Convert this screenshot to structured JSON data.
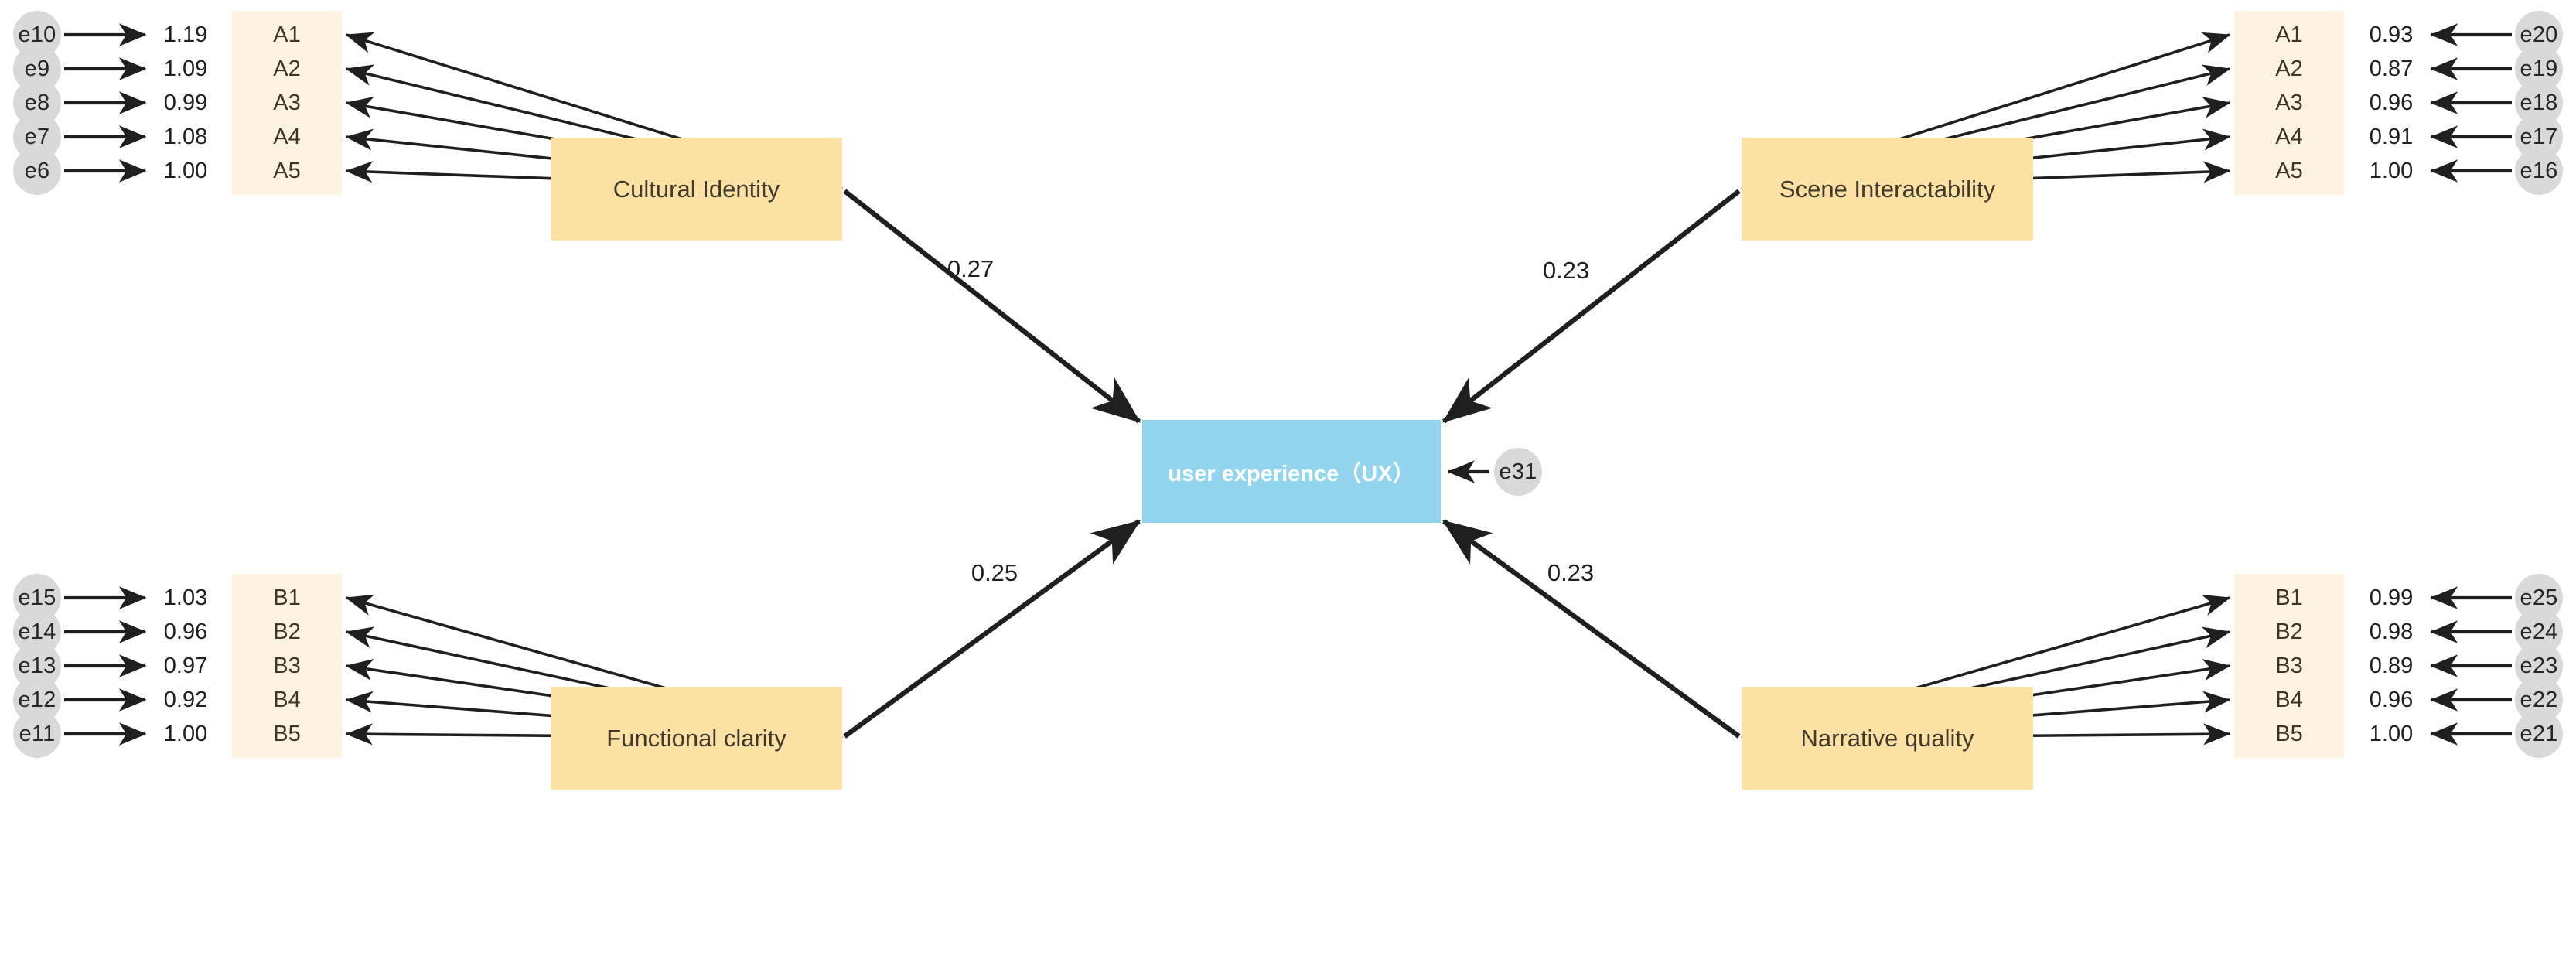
{
  "diagram": {
    "title": "Structural Equation Model Path Diagram",
    "colors": {
      "latent_fill": "#fbe2a4",
      "indicator_fill": "#fdf3de",
      "endogenous_fill": "#93d5ef",
      "error_fill": "#d9d9d9",
      "arrow": "#1f1f1f",
      "background": "#ffffff"
    }
  },
  "endogenous": {
    "label": "user experience（UX）",
    "error": "e31"
  },
  "constructs": [
    {
      "id": "cultural-identity",
      "label": "Cultural Identity",
      "side": "left",
      "position": "top",
      "path_coefficient": "0.27",
      "indicators": [
        {
          "name": "A1",
          "loading": "1.19",
          "error": "e10"
        },
        {
          "name": "A2",
          "loading": "1.09",
          "error": "e9"
        },
        {
          "name": "A3",
          "loading": "0.99",
          "error": "e8"
        },
        {
          "name": "A4",
          "loading": "1.08",
          "error": "e7"
        },
        {
          "name": "A5",
          "loading": "1.00",
          "error": "e6"
        }
      ]
    },
    {
      "id": "functional-clarity",
      "label": "Functional clarity",
      "side": "left",
      "position": "bottom",
      "path_coefficient": "0.25",
      "indicators": [
        {
          "name": "B1",
          "loading": "1.03",
          "error": "e15"
        },
        {
          "name": "B2",
          "loading": "0.96",
          "error": "e14"
        },
        {
          "name": "B3",
          "loading": "0.97",
          "error": "e13"
        },
        {
          "name": "B4",
          "loading": "0.92",
          "error": "e12"
        },
        {
          "name": "B5",
          "loading": "1.00",
          "error": "e11"
        }
      ]
    },
    {
      "id": "scene-interactability",
      "label": "Scene Interactability",
      "side": "right",
      "position": "top",
      "path_coefficient": "0.23",
      "indicators": [
        {
          "name": "A1",
          "loading": "0.93",
          "error": "e20"
        },
        {
          "name": "A2",
          "loading": "0.87",
          "error": "e19"
        },
        {
          "name": "A3",
          "loading": "0.96",
          "error": "e18"
        },
        {
          "name": "A4",
          "loading": "0.91",
          "error": "e17"
        },
        {
          "name": "A5",
          "loading": "1.00",
          "error": "e16"
        }
      ]
    },
    {
      "id": "narrative-quality",
      "label": "Narrative quality",
      "side": "right",
      "position": "bottom",
      "path_coefficient": "0.23",
      "indicators": [
        {
          "name": "B1",
          "loading": "0.99",
          "error": "e25"
        },
        {
          "name": "B2",
          "loading": "0.98",
          "error": "e24"
        },
        {
          "name": "B3",
          "loading": "0.89",
          "error": "e23"
        },
        {
          "name": "B4",
          "loading": "0.96",
          "error": "e22"
        },
        {
          "name": "B5",
          "loading": "1.00",
          "error": "e21"
        }
      ]
    }
  ],
  "chart_data": {
    "type": "diagram",
    "subtype": "sem-path-diagram",
    "title": "SEM path diagram of user experience (UX) determinants",
    "nodes": {
      "latent": [
        "Cultural Identity",
        "Functional clarity",
        "Scene Interactability",
        "Narrative quality"
      ],
      "endogenous": [
        "user experience（UX）"
      ],
      "disturbance": [
        "e31"
      ]
    },
    "structural_paths": [
      {
        "from": "Cultural Identity",
        "to": "user experience（UX）",
        "estimate": 0.27
      },
      {
        "from": "Functional clarity",
        "to": "user experience（UX）",
        "estimate": 0.25
      },
      {
        "from": "Scene Interactability",
        "to": "user experience（UX）",
        "estimate": 0.23
      },
      {
        "from": "Narrative quality",
        "to": "user experience（UX）",
        "estimate": 0.23
      }
    ],
    "measurement_model": [
      {
        "construct": "Cultural Identity",
        "indicators": [
          "A1",
          "A2",
          "A3",
          "A4",
          "A5"
        ],
        "loadings": [
          1.19,
          1.09,
          0.99,
          1.08,
          1.0
        ],
        "errors": [
          "e10",
          "e9",
          "e8",
          "e7",
          "e6"
        ]
      },
      {
        "construct": "Functional clarity",
        "indicators": [
          "B1",
          "B2",
          "B3",
          "B4",
          "B5"
        ],
        "loadings": [
          1.03,
          0.96,
          0.97,
          0.92,
          1.0
        ],
        "errors": [
          "e15",
          "e14",
          "e13",
          "e12",
          "e11"
        ]
      },
      {
        "construct": "Scene Interactability",
        "indicators": [
          "A1",
          "A2",
          "A3",
          "A4",
          "A5"
        ],
        "loadings": [
          0.93,
          0.87,
          0.96,
          0.91,
          1.0
        ],
        "errors": [
          "e20",
          "e19",
          "e18",
          "e17",
          "e16"
        ]
      },
      {
        "construct": "Narrative quality",
        "indicators": [
          "B1",
          "B2",
          "B3",
          "B4",
          "B5"
        ],
        "loadings": [
          0.99,
          0.98,
          0.89,
          0.96,
          1.0
        ],
        "errors": [
          "e25",
          "e24",
          "e23",
          "e22",
          "e21"
        ]
      }
    ]
  }
}
